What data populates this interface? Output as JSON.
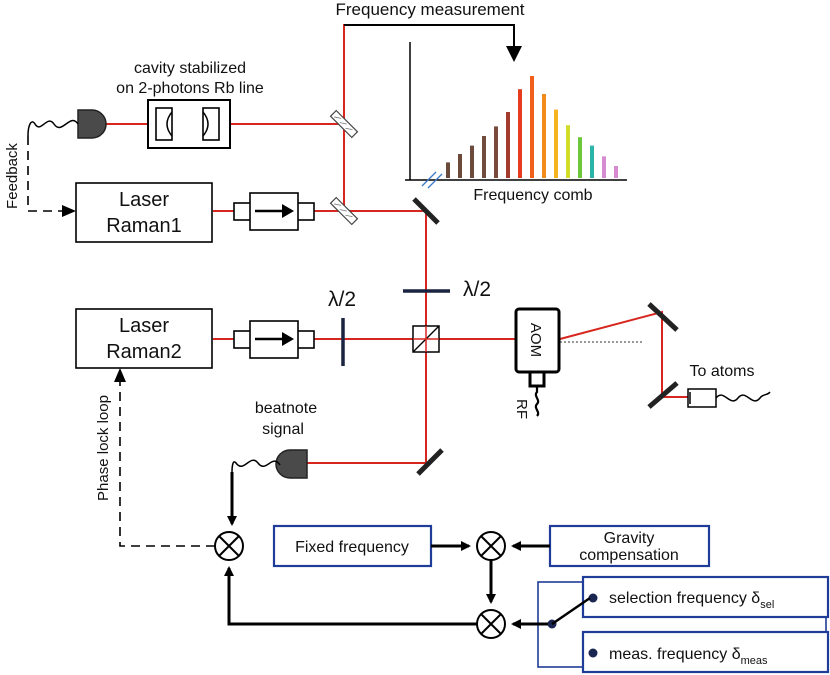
{
  "labels": {
    "frequency_measurement": "Frequency measurement",
    "cavity_line1": "cavity stabilized",
    "cavity_line2": "on 2-photons Rb line",
    "frequency_comb": "Frequency comb",
    "feedback": "Feedback",
    "laser1_line1": "Laser",
    "laser1_line2": "Raman1",
    "laser2_line1": "Laser",
    "laser2_line2": "Raman2",
    "half_wave_left": "λ/2",
    "half_wave_right": "λ/2",
    "aom": "AOM",
    "rf": "RF",
    "to_atoms": "To atoms",
    "beatnote_line1": "beatnote",
    "beatnote_line2": "signal",
    "phase_lock_loop": "Phase lock loop",
    "fixed_frequency": "Fixed frequency",
    "gravity_line1": "Gravity",
    "gravity_line2": "compensation",
    "selection_frequency": "selection frequency δ",
    "selection_sub": "sel",
    "meas_frequency": "meas. frequency δ",
    "meas_sub": "meas"
  },
  "colors": {
    "beam": "#d7261e",
    "electronics_box": "#1f3c98",
    "detector": "#4a4a4a"
  },
  "comb_teeth": [
    {
      "height": 0.13,
      "color": "#6b4a3c"
    },
    {
      "height": 0.2,
      "color": "#6b4a3c"
    },
    {
      "height": 0.27,
      "color": "#6e4b3d"
    },
    {
      "height": 0.35,
      "color": "#704c3f"
    },
    {
      "height": 0.43,
      "color": "#7a4a3c"
    },
    {
      "height": 0.55,
      "color": "#a23a2d"
    },
    {
      "height": 0.74,
      "color": "#e63b1e"
    },
    {
      "height": 0.85,
      "color": "#f0601a"
    },
    {
      "height": 0.7,
      "color": "#f28a1c"
    },
    {
      "height": 0.57,
      "color": "#f5b41f"
    },
    {
      "height": 0.44,
      "color": "#d4dc2a"
    },
    {
      "height": 0.34,
      "color": "#6ac83a"
    },
    {
      "height": 0.27,
      "color": "#2bb5a8"
    },
    {
      "height": 0.18,
      "color": "#d68ad2"
    },
    {
      "height": 0.1,
      "color": "#d68ad2"
    }
  ]
}
